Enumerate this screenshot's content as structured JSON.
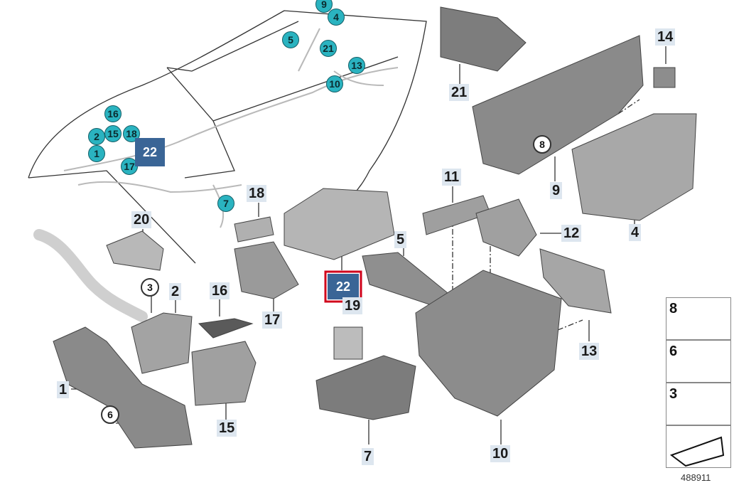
{
  "diagram_id": "488911",
  "highlight_color": "#d0021b",
  "callout_color": "#2ab3c0",
  "label_bg": "#dde6ef",
  "car_callouts": [
    "9",
    "4",
    "5",
    "21",
    "13",
    "10",
    "16",
    "2",
    "15",
    "18",
    "1",
    "17",
    "7"
  ],
  "selected_label": "22",
  "part_labels": {
    "p1": "1",
    "p2": "2",
    "p3": "3",
    "p4": "4",
    "p5": "5",
    "p6": "6",
    "p7": "7",
    "p8": "8",
    "p9": "9",
    "p10": "10",
    "p11": "11",
    "p12": "12",
    "p13": "13",
    "p14": "14",
    "p15": "15",
    "p16": "16",
    "p17": "17",
    "p18": "18",
    "p19": "19",
    "p20": "20",
    "p21": "21"
  },
  "side_items": [
    "8",
    "6",
    "3"
  ]
}
